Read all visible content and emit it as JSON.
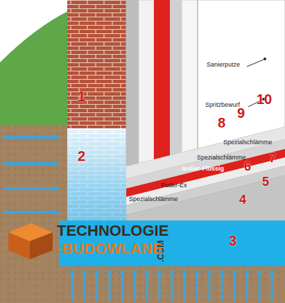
{
  "diagram": {
    "labels": [
      "1",
      "Sanierputze",
      "Spritzbewurf",
      "8",
      "9",
      "10",
      "2",
      "Spezialschlämme",
      "Spezialschlämme",
      "Isolier-Flüssig",
      "6",
      "7",
      "Puder-Ex",
      "5",
      "Spezialschlämme",
      "4",
      "TECHNOLOGIE",
      ".COM",
      "-BUDOWLANE",
      "3"
    ]
  }
}
